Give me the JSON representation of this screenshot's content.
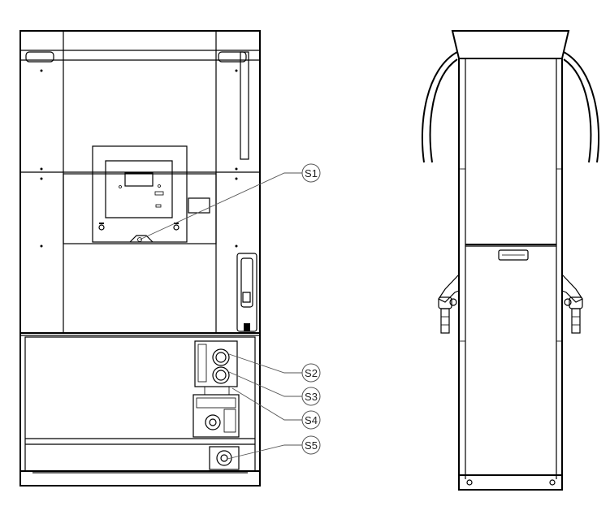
{
  "callouts": {
    "s1": "S1",
    "s2": "S2",
    "s3": "S3",
    "s4": "S4",
    "s5": "S5"
  }
}
